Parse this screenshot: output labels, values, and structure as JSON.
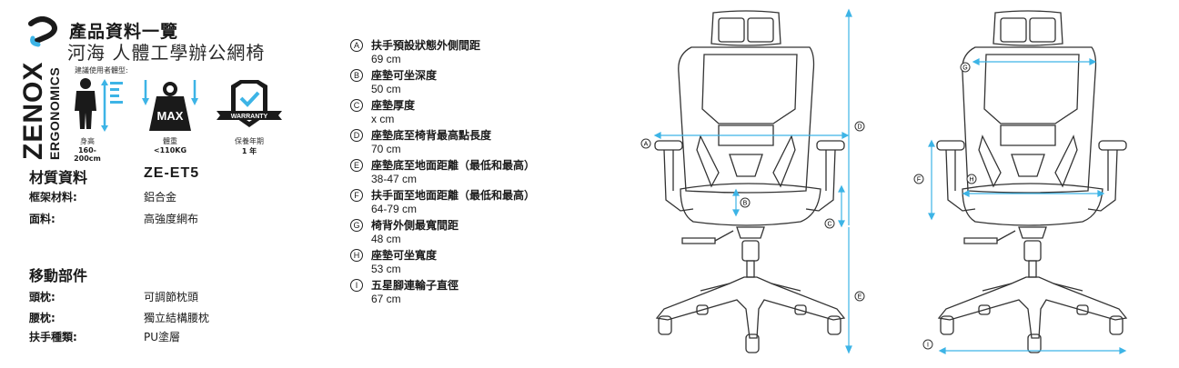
{
  "brand": {
    "logo_main": "ZENOX",
    "logo_sub": "ERGONOMICS",
    "accent_color": "#3db4e6"
  },
  "header": {
    "title": "產品資料一覽",
    "subtitle": "河海 人體工學辦公網椅",
    "recommended_label": "建議使用者體型:"
  },
  "user_icons": [
    {
      "icon": "person-height-icon",
      "label": "身高",
      "value": "160-200cm"
    },
    {
      "icon": "weight-max-icon",
      "label": "體重",
      "value": "<110KG",
      "badge": "MAX"
    },
    {
      "icon": "warranty-shield-icon",
      "label": "保養年期",
      "value": "1 年",
      "badge": "WARRANTY"
    }
  ],
  "materials": {
    "title": "材質資料",
    "model": "ZE-ET5",
    "rows": [
      {
        "label": "框架材料:",
        "value": "鋁合金"
      },
      {
        "label": "面料:",
        "value": "高強度網布"
      }
    ]
  },
  "moving_parts": {
    "title": "移動部件",
    "rows": [
      {
        "label": "頭枕:",
        "value": "可調節枕頭"
      },
      {
        "label": "腰枕:",
        "value": "獨立結構腰枕"
      },
      {
        "label": "扶手種類:",
        "value": "PU塗層"
      }
    ]
  },
  "specs": [
    {
      "key": "A",
      "name": "扶手預設狀態外側間距",
      "value": "69 cm"
    },
    {
      "key": "B",
      "name": "座墊可坐深度",
      "value": "50 cm"
    },
    {
      "key": "C",
      "name": "座墊厚度",
      "value": "x cm"
    },
    {
      "key": "D",
      "name": "座墊底至椅背最高點長度",
      "value": "70 cm"
    },
    {
      "key": "E",
      "name": "座墊底至地面距離（最低和最高）",
      "value": "38-47 cm"
    },
    {
      "key": "F",
      "name": "扶手面至地面距離（最低和最高）",
      "value": "64-79 cm"
    },
    {
      "key": "G",
      "name": "椅背外側最寬間距",
      "value": "48 cm"
    },
    {
      "key": "H",
      "name": "座墊可坐寬度",
      "value": "53 cm"
    },
    {
      "key": "I",
      "name": "五星腳連輪子直徑",
      "value": "67 cm"
    }
  ],
  "diagrams": {
    "front_left_labels": [
      "A",
      "B",
      "C",
      "D",
      "E"
    ],
    "front_right_labels": [
      "F",
      "G",
      "H",
      "I"
    ]
  }
}
